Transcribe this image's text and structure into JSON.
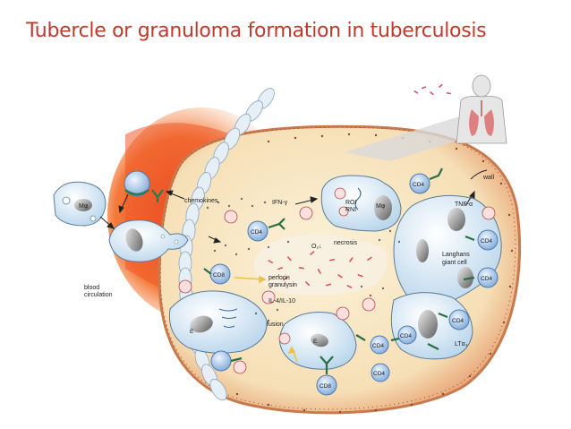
{
  "title": "Tubercle or granuloma formation in tuberculosis",
  "labels": {
    "wall": "wall",
    "chemokines": "chemokines",
    "ifn": "IFN-γ",
    "ros": "ROI",
    "rni": "RNI",
    "macrophage": "Mφ",
    "tnf": "TNF-α",
    "o2": "O₂↓",
    "necrosis": "necrosis",
    "perforin": "perforin",
    "granulysin": "granulysin",
    "il": "IL-4/IL-10",
    "fusion": "fusion",
    "langhans1": "Langhans",
    "langhans2": "giant cell",
    "blood1": "blood",
    "blood2": "circulation",
    "lt": "LTα₃",
    "cd4": "CD4",
    "cd8": "CD8",
    "epithelioid": "E"
  }
}
